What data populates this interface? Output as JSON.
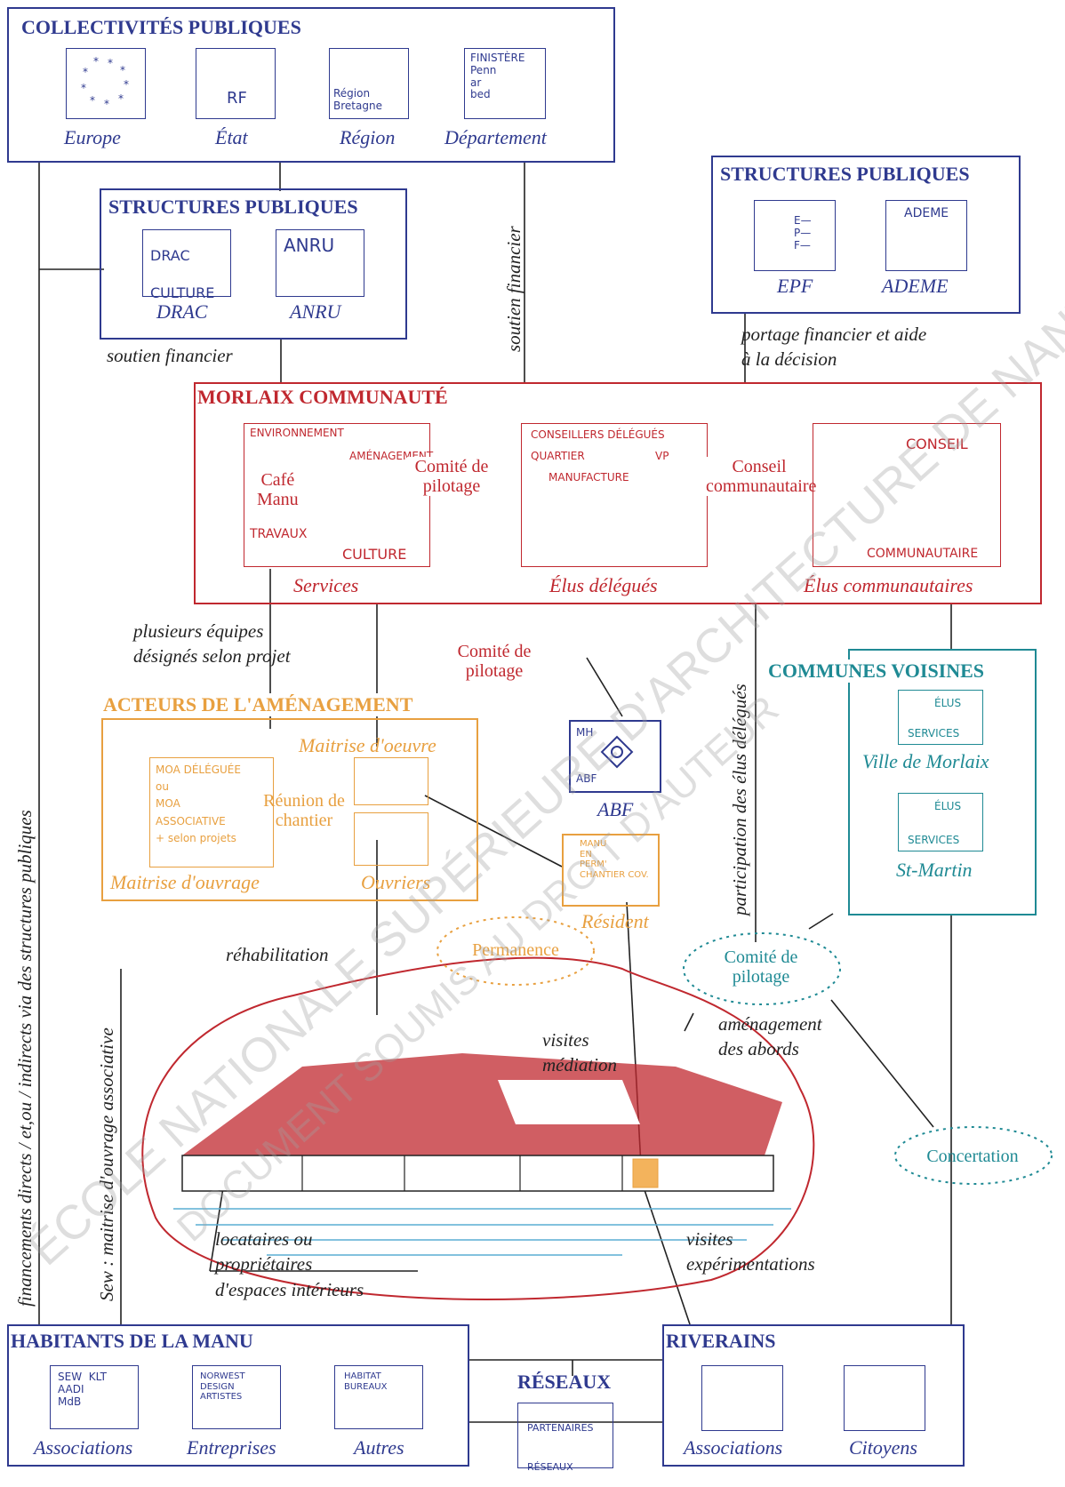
{
  "collectivites": {
    "title": "COLLECTIVITÉS PUBLIQUES",
    "items": [
      {
        "label": "Europe",
        "sketch": ""
      },
      {
        "label": "État",
        "sketch": "RF"
      },
      {
        "label": "Région",
        "sketch": "Région\nBretagne"
      },
      {
        "label": "Département",
        "sketch": "FINISTÈRE\nPenn\nar\nbed"
      }
    ]
  },
  "structures_left": {
    "title": "STRUCTURES PUBLIQUES",
    "items": [
      {
        "label": "DRAC",
        "sketch": "DRAC\nCULTURE"
      },
      {
        "label": "ANRU",
        "sketch": "ANRU"
      }
    ]
  },
  "structures_right": {
    "title": "STRUCTURES PUBLIQUES",
    "items": [
      {
        "label": "EPF",
        "sketch": "E—\nP—\nF—"
      },
      {
        "label": "ADEME",
        "sketch": "ADEME"
      }
    ]
  },
  "morlaix": {
    "title": "MORLAIX COMMUNAUTÉ",
    "services_label": "Services",
    "elus_delegues_label": "Élus délégués",
    "elus_communautaires_label": "Élus communautaires",
    "cafe_manu": "Café\nManu",
    "comite_pilotage": "Comité de\npilotage",
    "conseil_communautaire": "Conseil\ncommunautaire",
    "services_sketch": {
      "a": "ENVIRONNEMENT",
      "b": "AMÉNAGEMENT",
      "c": "TRAVAUX",
      "d": "CULTURE"
    },
    "elus_sketch": {
      "a": "CONSEILLERS DÉLÉGUÉS",
      "b": "QUARTIER",
      "c": "MANUFACTURE",
      "d": "VP"
    },
    "conseil_sketch": {
      "a": "CONSEIL",
      "b": "COMMUNAUTAIRE"
    }
  },
  "acteurs": {
    "title": "ACTEURS DE L'AMÉNAGEMENT",
    "maitrise_oeuvre": "Maitrise d'oeuvre",
    "maitrise_ouvrage": "Maitrise d'ouvrage",
    "ouvriers": "Ouvriers",
    "reunion": "Réunion de\nchantier",
    "moa_sketch": "MOA DÉLÉGUÉE\nou\nMOA\nASSOCIATIVE\n+ selon projets"
  },
  "abf": {
    "label": "ABF",
    "sketch_a": "MH",
    "sketch_b": "ABF"
  },
  "resident": {
    "label": "Résident",
    "sketch": "MANU\nEN\nPERM'\nCHANTIER COV."
  },
  "comite_middle": "Comité de\npilotage",
  "permanence": "Permanence",
  "communes": {
    "title": "COMMUNES VOISINES",
    "items": [
      {
        "label": "Ville de Morlaix",
        "sketch_a": "ÉLUS",
        "sketch_b": "SERVICES"
      },
      {
        "label": "St-Martin",
        "sketch_a": "ÉLUS",
        "sketch_b": "SERVICES"
      }
    ]
  },
  "comite_right": "Comité de\npilotage",
  "concertation": "Concertation",
  "habitants": {
    "title": "HABITANTS DE LA MANU",
    "items": [
      {
        "label": "Associations",
        "sketch": "SEW  KLT\nAADI\nMdB"
      },
      {
        "label": "Entreprises",
        "sketch": "NORWEST\nDESIGN\nARTISTES"
      },
      {
        "label": "Autres",
        "sketch": "HABITAT\nBUREAUX"
      }
    ]
  },
  "reseaux": {
    "title": "RÉSEAUX",
    "sketch": "PARTENAIRES\nRÉSEAUX"
  },
  "riverains": {
    "title": "RIVERAINS",
    "items": [
      {
        "label": "Associations"
      },
      {
        "label": "Citoyens"
      }
    ]
  },
  "notes": {
    "soutien_financier_a": "soutien financier",
    "soutien_financier_b": "soutien financier",
    "portage": "portage financier et aide\nà la décision",
    "plusieurs": "plusieurs équipes\ndésignés selon projet",
    "rehabilitation": "réhabilitation",
    "visites_mediation": "visites\nmédiation",
    "amenagement_abords": "aménagement\ndes abords",
    "locataires": "locataires ou\npropriétaires\nd'espaces intérieurs",
    "visites_exp": "visites\nexpérimentations",
    "vertical_left": "financements directs / et,ou / indirects via des structures publiques",
    "vertical_sew": "Sew : maitrise d'ouvrage associative",
    "vertical_elus": "participation des élus délégués"
  },
  "watermark": {
    "a": "ÉCOLE NATIONALE SUPÉRIEURE D'ARCHITECTURE DE NANTES",
    "b": "DOCUMENT SOUMIS AU DROIT D'AUTEUR"
  },
  "colors": {
    "blue": "#2f3a8f",
    "red": "#c0282f",
    "orange": "#e8a040",
    "teal": "#1f8a94"
  }
}
